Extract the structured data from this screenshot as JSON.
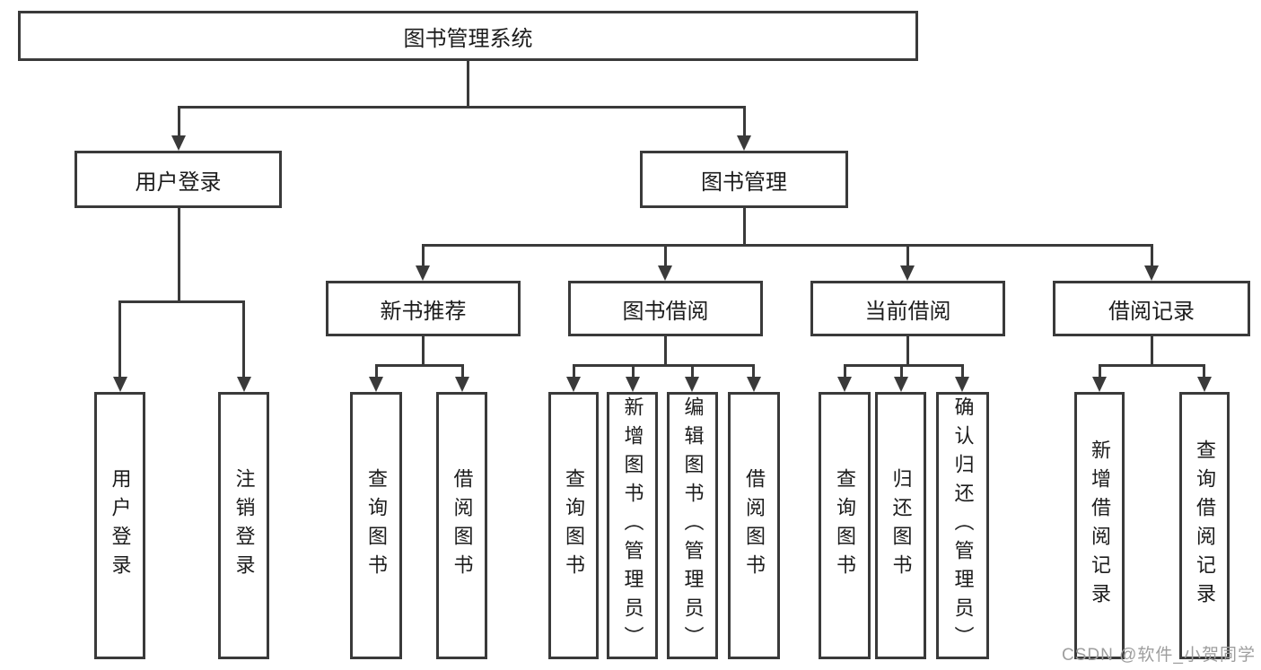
{
  "tree": {
    "root": {
      "label": "图书管理系统"
    },
    "level2": [
      {
        "label": "用户登录"
      },
      {
        "label": "图书管理"
      }
    ],
    "level3": [
      {
        "label": "新书推荐",
        "parent": "图书管理"
      },
      {
        "label": "图书借阅",
        "parent": "图书管理"
      },
      {
        "label": "当前借阅",
        "parent": "图书管理"
      },
      {
        "label": "借阅记录",
        "parent": "图书管理"
      }
    ],
    "leaves": [
      {
        "label": "用户登录",
        "parent": "用户登录"
      },
      {
        "label": "注销登录",
        "parent": "用户登录"
      },
      {
        "label": "查询图书",
        "parent": "新书推荐"
      },
      {
        "label": "借阅图书",
        "parent": "新书推荐"
      },
      {
        "label": "查询图书",
        "parent": "图书借阅"
      },
      {
        "label": "新增图书（管理员）",
        "parent": "图书借阅"
      },
      {
        "label": "编辑图书（管理员）",
        "parent": "图书借阅"
      },
      {
        "label": "借阅图书",
        "parent": "图书借阅"
      },
      {
        "label": "查询图书",
        "parent": "当前借阅"
      },
      {
        "label": "归还图书",
        "parent": "当前借阅"
      },
      {
        "label": "确认归还（管理员）",
        "parent": "当前借阅"
      },
      {
        "label": "新增借阅记录",
        "parent": "借阅记录"
      },
      {
        "label": "查询借阅记录",
        "parent": "借阅记录"
      }
    ]
  },
  "watermark": {
    "text": "CSDN @软件_小贺同学"
  },
  "colors": {
    "line": "#3a3a3a",
    "text": "#1c1c1c",
    "watermark": "#9e9e9e",
    "background": "#ffffff"
  }
}
